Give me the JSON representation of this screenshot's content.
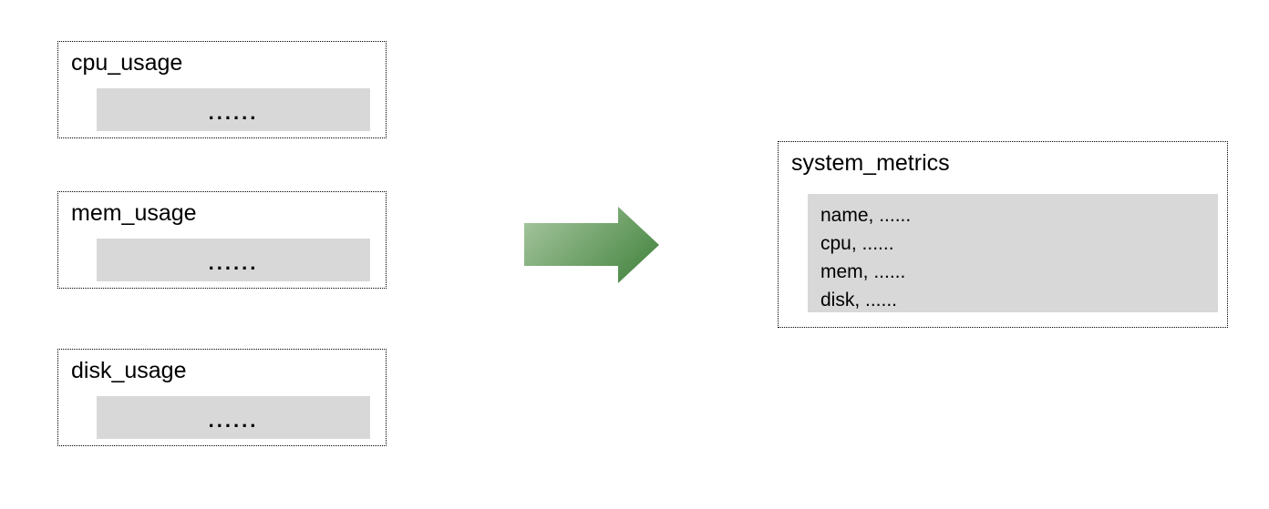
{
  "diagram": {
    "source_tables": [
      {
        "name": "cpu_usage",
        "rows_placeholder": "......"
      },
      {
        "name": "mem_usage",
        "rows_placeholder": "......"
      },
      {
        "name": "disk_usage",
        "rows_placeholder": "......"
      }
    ],
    "arrow": {
      "icon": "right-arrow-icon",
      "gradient_start": "#aac8a2",
      "gradient_end": "#4e8b49"
    },
    "result_table": {
      "name": "system_metrics",
      "rows": [
        "name, ......",
        "cpu, ......",
        "mem, ......",
        "disk, ......"
      ]
    },
    "colors": {
      "canvas_bg": "#ffffff",
      "table_fill": "#d8d8d8",
      "border": "#000000",
      "text": "#000000"
    }
  }
}
